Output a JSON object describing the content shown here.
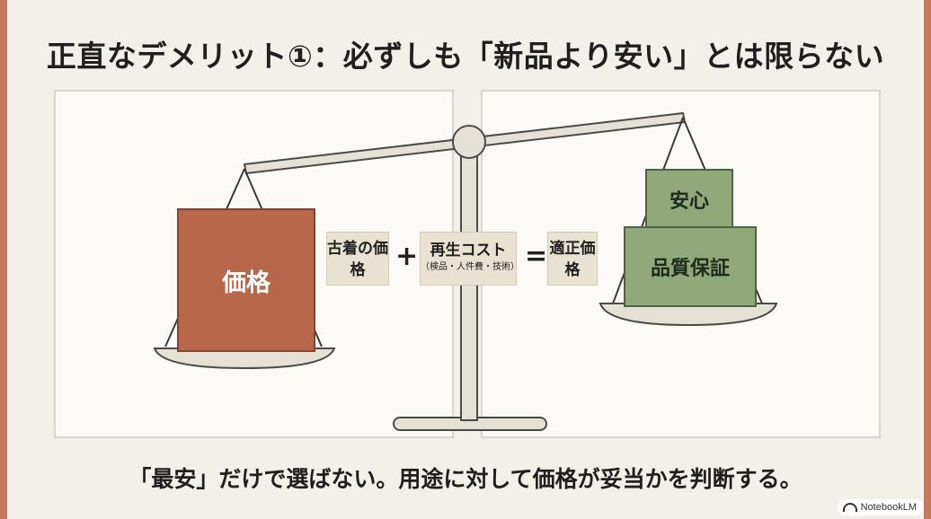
{
  "title": "正直なデメリット①：必ずしも「新品より安い」とは限らない",
  "left_pan": {
    "weight_label": "価格"
  },
  "formula": {
    "term1": "古着の価格",
    "plus": "+",
    "term2_main": "再生コスト",
    "term2_sub": "（検品・人件費・技術）",
    "equals": "=",
    "result": "適正価格"
  },
  "right_pan": {
    "top_label": "安心",
    "bottom_label": "品質保証"
  },
  "caption": "「最安」だけで選ばない。用途に対して価格が妥当かを判断する。",
  "badge": {
    "text": "NotebookLM"
  },
  "colors": {
    "price": "#b9674b",
    "assurance": "#8fa97a",
    "frame_bg": "#fbfaf6",
    "border": "#c67a5c"
  }
}
